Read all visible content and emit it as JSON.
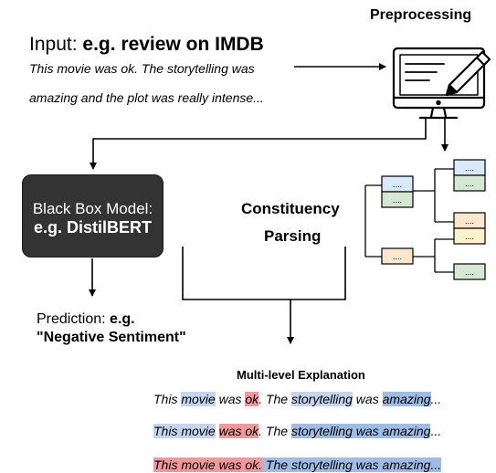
{
  "input": {
    "prefix": "Input: ",
    "bold": "e.g. review on IMDB",
    "text_line1": "This movie was ok. The storytelling was",
    "text_line2": "amazing and the plot was really intense..."
  },
  "preprocessing": {
    "label": "Preprocessing",
    "icon": "computer-with-pencil-icon"
  },
  "model": {
    "line1": "Black Box Model:",
    "line2": "e.g. DistilBERT",
    "fill": "#333333"
  },
  "parsing": {
    "line1": "Constituency",
    "line2": "Parsing",
    "node_label": "....",
    "colors": {
      "blue": "#dae8fc",
      "green": "#d5e8d4",
      "orange": "#ffe6cc",
      "yellow": "#fff2cc"
    }
  },
  "prediction": {
    "prefix": "Prediction: ",
    "bold1": "e.g.",
    "bold2": "\"Negative Sentiment\""
  },
  "explanation": {
    "title": "Multi-level Explanation",
    "rows": [
      [
        {
          "t": "This ",
          "h": ""
        },
        {
          "t": "movie",
          "h": "b"
        },
        {
          "t": " was ",
          "h": ""
        },
        {
          "t": "ok",
          "h": "r"
        },
        {
          "t": ". The ",
          "h": ""
        },
        {
          "t": "storytelling",
          "h": "b"
        },
        {
          "t": " was ",
          "h": ""
        },
        {
          "t": "amazing",
          "h": "d"
        },
        {
          "t": "...",
          "h": ""
        }
      ],
      [
        {
          "t": "This movie",
          "h": "b"
        },
        {
          "t": " ",
          "h": ""
        },
        {
          "t": "was ok",
          "h": "r"
        },
        {
          "t": ". The ",
          "h": ""
        },
        {
          "t": "storytelling was amazing",
          "h": "d"
        },
        {
          "t": "...",
          "h": ""
        }
      ],
      [
        {
          "t": "This movie was ok.",
          "h": "r"
        },
        {
          "t": " The storytelling was amazing...",
          "h": "d"
        }
      ]
    ],
    "highlight_colors": {
      "b": "#c6d5ee",
      "d": "#9fbde4",
      "r": "#ef9a9a"
    }
  }
}
